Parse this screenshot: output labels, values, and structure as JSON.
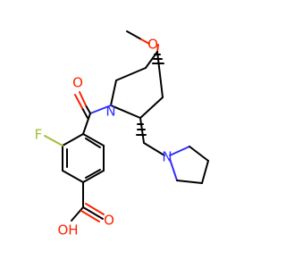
{
  "molecule": {
    "atoms": {
      "methoxy_o": "O",
      "carbonyl_o": "O",
      "amide_n": "N",
      "pyrrolidine_n": "N",
      "fluorine": "F",
      "acid_o": "O",
      "acid_oh": "OH"
    },
    "colors": {
      "carbon": "#000000",
      "oxygen": "#ff2200",
      "nitrogen": "#2f2fff",
      "fluorine": "#9fbf35"
    }
  }
}
